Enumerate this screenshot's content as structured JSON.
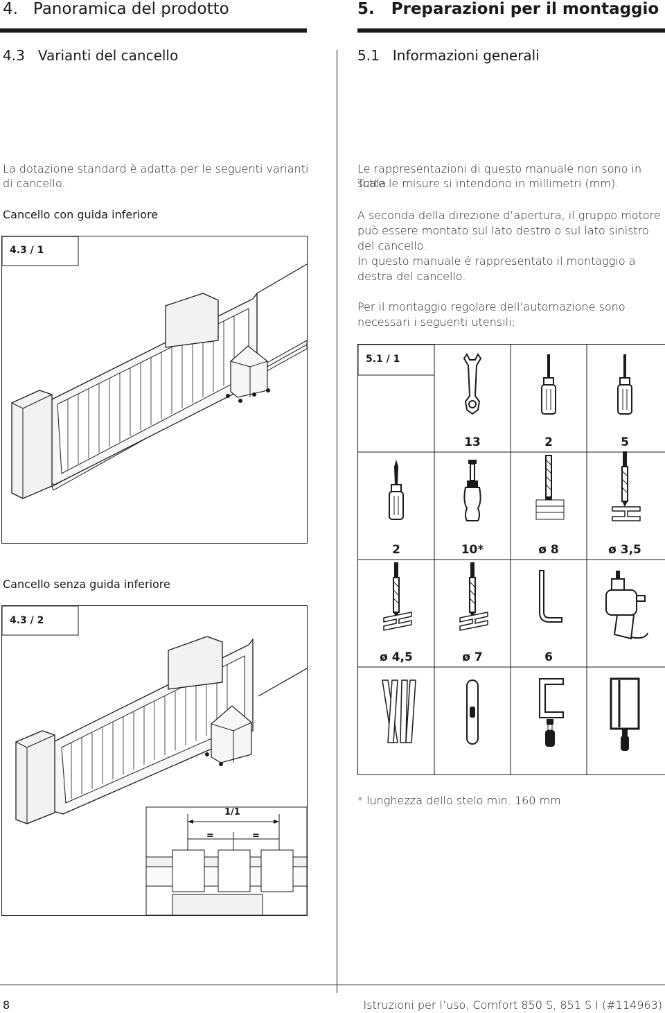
{
  "header": {
    "left_chapter": "4.   Panoramica del prodotto",
    "right_chapter": "5.   Preparazioni per il montaggio",
    "left_section": "4.3   Varianti del cancello",
    "right_section": "5.1   Informazioni generali"
  },
  "left": {
    "intro_line1": "La dotazione standard è adatta per le seguenti varianti",
    "intro_line2": "di cancello.",
    "variant1_title": "Cancello con guida inferiore",
    "fig1_tag": "4.3 / 1",
    "variant2_title": "Cancello senza guida inferiore",
    "fig2_tag": "4.3 / 2",
    "fig2_dim_total": "1/1",
    "fig2_dim_eq1": "=",
    "fig2_dim_eq2": "="
  },
  "right": {
    "p1_l1": "Le rappresentazioni di questo manuale non sono in scala.",
    "p1_l2": "Tutte le misure si intendono in millimetri (mm).",
    "p2_l1": "A seconda della direzione d’apertura, il gruppo motore",
    "p2_l2": "può essere montato sul lato destro o sul lato sinistro",
    "p2_l3": "del cancello.",
    "p2_l4": "In questo manuale é rappresentato il montaggio a",
    "p2_l5": "destra del cancello.",
    "p3_l1": "Per il montaggio regolare dell’automazione sono",
    "p3_l2": "necessari i seguenti utensili:",
    "fig_tag": "5.1 / 1",
    "tools_row1": [
      "13",
      "2",
      "5"
    ],
    "tools_row2": [
      "2",
      "10*",
      "ø 8",
      "ø 3,5"
    ],
    "tools_row3": [
      "ø 4,5",
      "ø 7",
      "6",
      ""
    ],
    "footnote": "* lunghezza dello stelo min. 160 mm"
  },
  "footer": {
    "page_number": "8",
    "doc_title": "Istruzioni per l’uso, Comfort 850 S, 851 S I (#114963)"
  },
  "icons": {
    "row1": [
      "wrench-icon",
      "screwdriver-flat-icon",
      "screwdriver-flat-icon"
    ],
    "row2": [
      "screwdriver-cross-icon",
      "chisel-screwdriver-icon",
      "masonry-drill-icon",
      "metal-drill-icon"
    ],
    "row3": [
      "metal-drill-icon",
      "metal-drill-icon",
      "hex-key-icon",
      "power-drill-icon"
    ],
    "row4": [
      "folding-rule-icon",
      "spirit-level-icon",
      "clamp-icon",
      "hacksaw-icon"
    ]
  }
}
